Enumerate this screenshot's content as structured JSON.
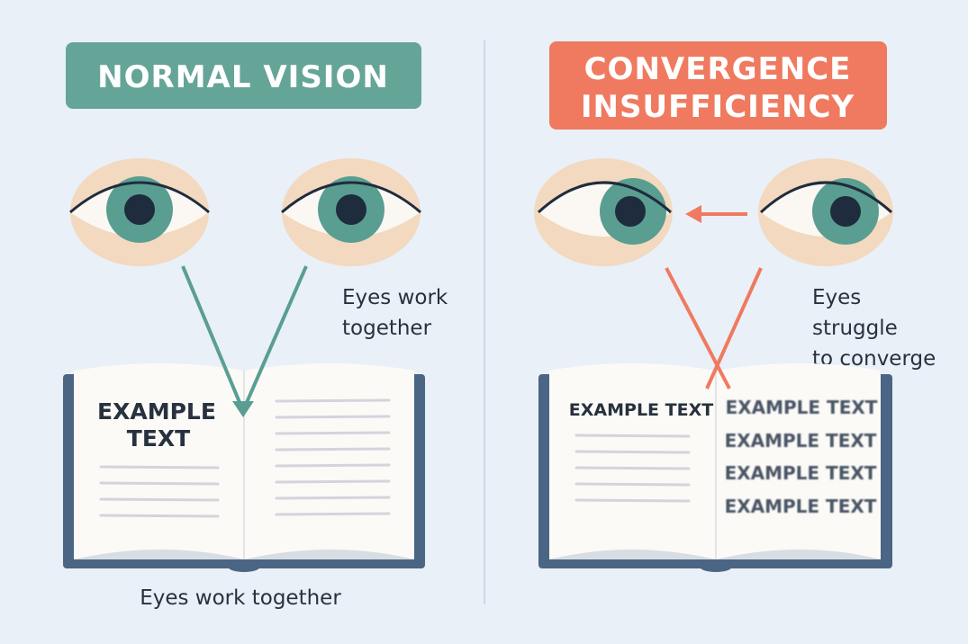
{
  "normal": {
    "title": "NORMAL VISION",
    "side_caption_line1": "Eyes work",
    "side_caption_line2": "together",
    "book_text_line1": "EXAMPLE",
    "book_text_line2": "TEXT",
    "bottom_caption": "Eyes work together"
  },
  "ci": {
    "title_line1": "CONVERGENCE",
    "title_line2": "INSUFFICIENCY",
    "caption_line1": "Eyes",
    "caption_line2": "struggle",
    "caption_line3": "to converge",
    "book_text_left": "EXAMPLE TEXT",
    "book_text_right": [
      "EXAMPLE TEXT",
      "EXAMPLE TEXT",
      "EXAMPLE TEXT",
      "EXAMPLE TEXT"
    ]
  },
  "colors": {
    "normal_accent": "#64a598",
    "ci_accent": "#ef7a60",
    "book_cover": "#4b6584",
    "background": "#e9f0f7"
  }
}
